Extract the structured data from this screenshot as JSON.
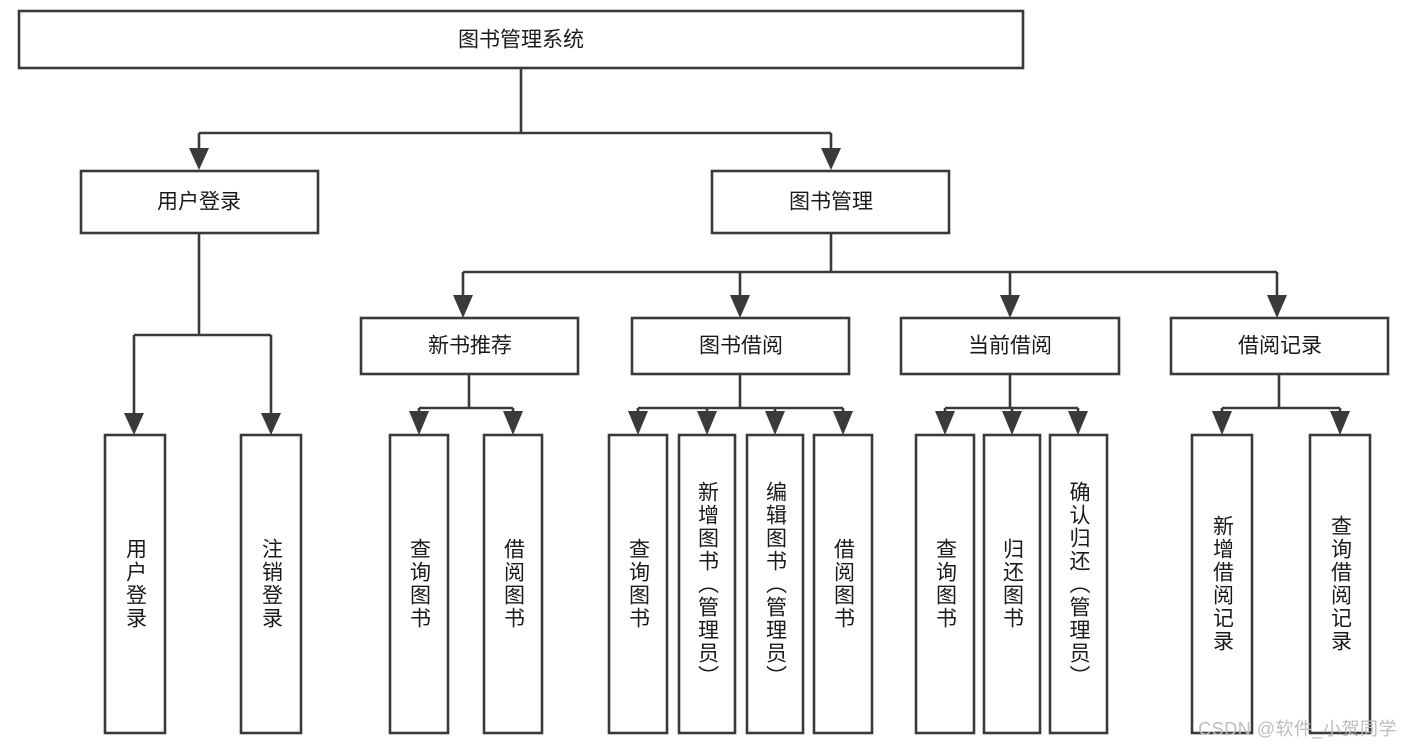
{
  "diagram": {
    "title": "图书管理系统",
    "type": "tree",
    "orientation": "top-down",
    "colors": {
      "box_stroke": "#3a3a3a",
      "box_fill": "#ffffff",
      "text": "#1a1a1a",
      "background": "#ffffff",
      "watermark": "#bdbdbd"
    },
    "levels": {
      "root": "图书管理系统",
      "level2": [
        "用户登录",
        "图书管理"
      ],
      "level3": [
        "新书推荐",
        "图书借阅",
        "当前借阅",
        "借阅记录"
      ],
      "level4": [
        "用户登录",
        "注销登录",
        "查询图书",
        "借阅图书",
        "查询图书",
        "新增图书（管理员）",
        "编辑图书（管理员）",
        "借阅图书",
        "查询图书",
        "归还图书",
        "确认归还（管理员）",
        "新增借阅记录",
        "查询借阅记录"
      ]
    },
    "nodes": {
      "root": {
        "label": "图书管理系统",
        "orientation": "horizontal"
      },
      "user_login": {
        "label": "用户登录",
        "orientation": "horizontal"
      },
      "book_manage": {
        "label": "图书管理",
        "orientation": "horizontal"
      },
      "new_book_rec": {
        "label": "新书推荐",
        "orientation": "horizontal"
      },
      "book_borrow": {
        "label": "图书借阅",
        "orientation": "horizontal"
      },
      "current_borrow": {
        "label": "当前借阅",
        "orientation": "horizontal"
      },
      "borrow_record": {
        "label": "借阅记录",
        "orientation": "horizontal"
      },
      "leaf_user_login": {
        "label": "用户登录",
        "orientation": "vertical"
      },
      "leaf_logout": {
        "label": "注销登录",
        "orientation": "vertical"
      },
      "leaf_query_book_1": {
        "label": "查询图书",
        "orientation": "vertical"
      },
      "leaf_borrow_book_1": {
        "label": "借阅图书",
        "orientation": "vertical"
      },
      "leaf_query_book_2": {
        "label": "查询图书",
        "orientation": "vertical"
      },
      "leaf_add_book": {
        "label": "新增图书（管理员）",
        "orientation": "vertical"
      },
      "leaf_edit_book": {
        "label": "编辑图书（管理员）",
        "orientation": "vertical"
      },
      "leaf_borrow_book_2": {
        "label": "借阅图书",
        "orientation": "vertical"
      },
      "leaf_query_book_3": {
        "label": "查询图书",
        "orientation": "vertical"
      },
      "leaf_return_book": {
        "label": "归还图书",
        "orientation": "vertical"
      },
      "leaf_confirm_return": {
        "label": "确认归还（管理员）",
        "orientation": "vertical"
      },
      "leaf_add_record": {
        "label": "新增借阅记录",
        "orientation": "vertical"
      },
      "leaf_query_record": {
        "label": "查询借阅记录",
        "orientation": "vertical"
      }
    },
    "edges": [
      {
        "from": "root",
        "to": "user_login"
      },
      {
        "from": "root",
        "to": "book_manage"
      },
      {
        "from": "user_login",
        "to": "leaf_user_login"
      },
      {
        "from": "user_login",
        "to": "leaf_logout"
      },
      {
        "from": "book_manage",
        "to": "new_book_rec"
      },
      {
        "from": "book_manage",
        "to": "book_borrow"
      },
      {
        "from": "book_manage",
        "to": "current_borrow"
      },
      {
        "from": "book_manage",
        "to": "borrow_record"
      },
      {
        "from": "new_book_rec",
        "to": "leaf_query_book_1"
      },
      {
        "from": "new_book_rec",
        "to": "leaf_borrow_book_1"
      },
      {
        "from": "book_borrow",
        "to": "leaf_query_book_2"
      },
      {
        "from": "book_borrow",
        "to": "leaf_add_book"
      },
      {
        "from": "book_borrow",
        "to": "leaf_edit_book"
      },
      {
        "from": "book_borrow",
        "to": "leaf_borrow_book_2"
      },
      {
        "from": "current_borrow",
        "to": "leaf_query_book_3"
      },
      {
        "from": "current_borrow",
        "to": "leaf_return_book"
      },
      {
        "from": "current_borrow",
        "to": "leaf_confirm_return"
      },
      {
        "from": "borrow_record",
        "to": "leaf_add_record"
      },
      {
        "from": "borrow_record",
        "to": "leaf_query_record"
      }
    ]
  },
  "watermark": {
    "text": "CSDN @软件_小贺同学"
  }
}
